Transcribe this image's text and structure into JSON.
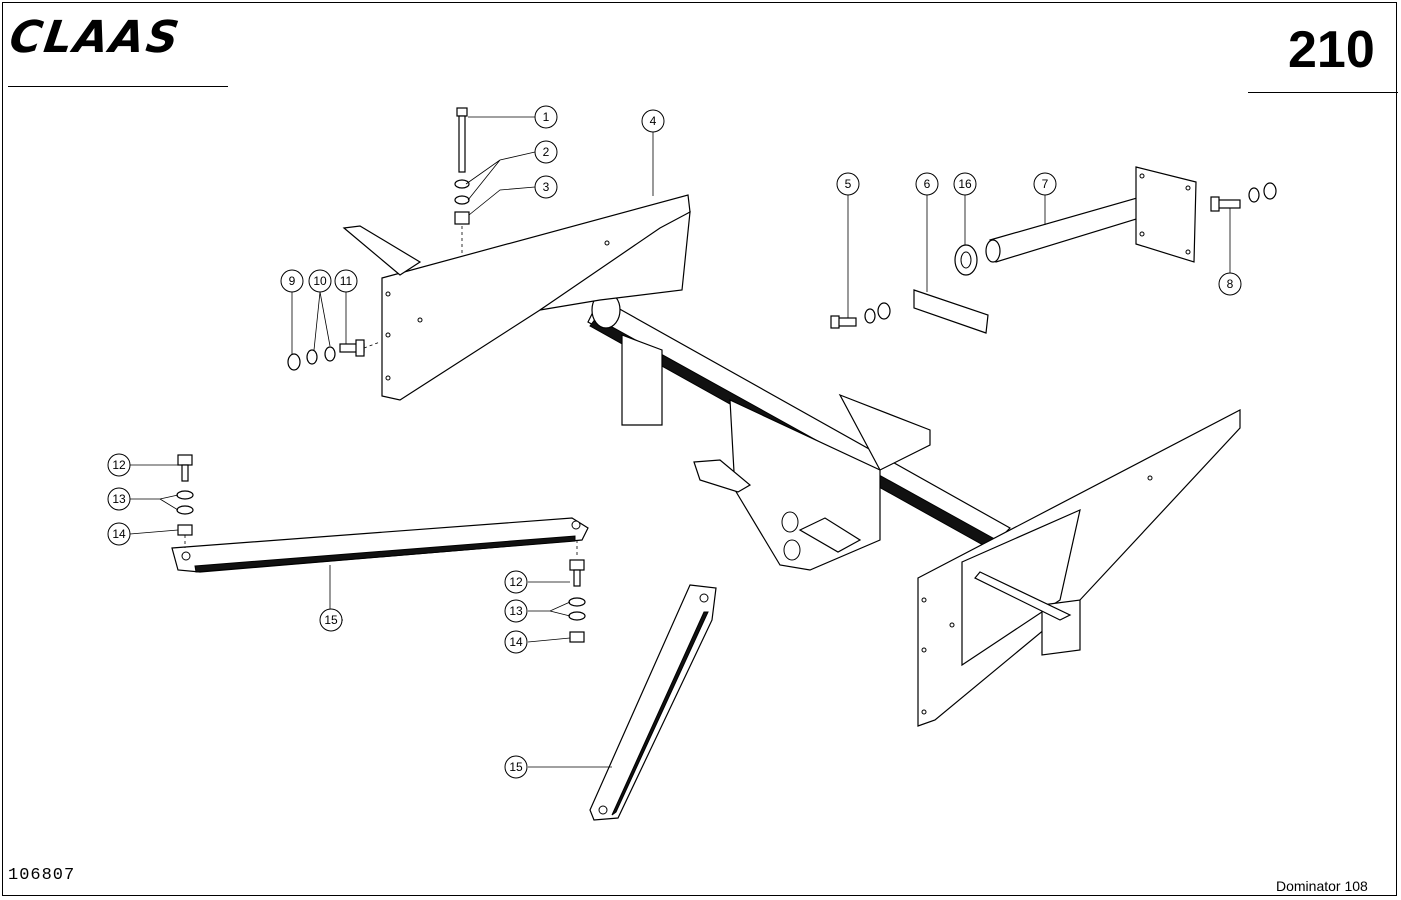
{
  "header": {
    "brand": "CLAAS",
    "page_number": "210"
  },
  "footer": {
    "drawing_number": "106807",
    "model": "Dominator 108"
  },
  "callouts": [
    {
      "id": "c1",
      "label": "1"
    },
    {
      "id": "c2",
      "label": "2"
    },
    {
      "id": "c3",
      "label": "3"
    },
    {
      "id": "c4",
      "label": "4"
    },
    {
      "id": "c5",
      "label": "5"
    },
    {
      "id": "c6",
      "label": "6"
    },
    {
      "id": "c16",
      "label": "16"
    },
    {
      "id": "c7",
      "label": "7"
    },
    {
      "id": "c8",
      "label": "8"
    },
    {
      "id": "c9",
      "label": "9"
    },
    {
      "id": "c10",
      "label": "10"
    },
    {
      "id": "c11",
      "label": "11"
    },
    {
      "id": "c12a",
      "label": "12"
    },
    {
      "id": "c13a",
      "label": "13"
    },
    {
      "id": "c14a",
      "label": "14"
    },
    {
      "id": "c15a",
      "label": "15"
    },
    {
      "id": "c12b",
      "label": "12"
    },
    {
      "id": "c13b",
      "label": "13"
    },
    {
      "id": "c14b",
      "label": "14"
    },
    {
      "id": "c15b",
      "label": "15"
    }
  ]
}
